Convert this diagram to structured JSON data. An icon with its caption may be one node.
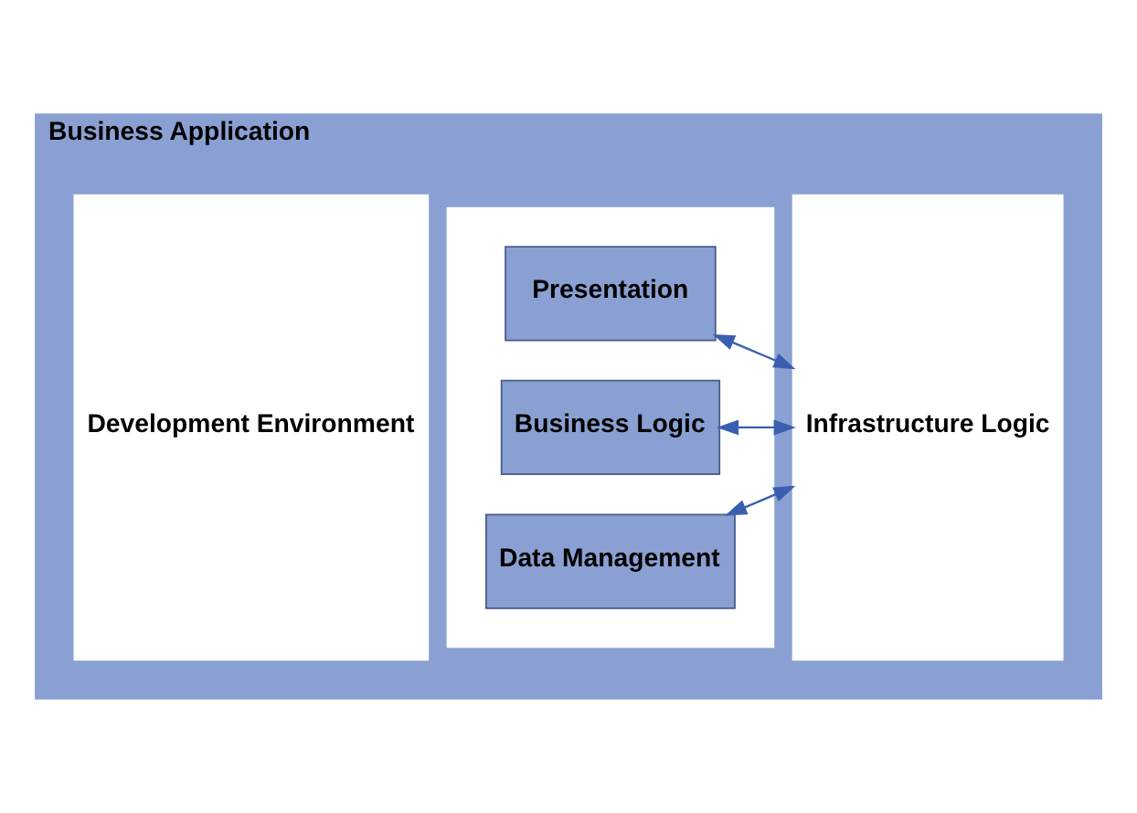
{
  "diagram": {
    "nodes": [
      {
        "text": [
          "Business Application"
        ]
      },
      {
        "text": [
          "Development Environment"
        ],
        "in": 0
      },
      {
        "text": [],
        "shape": "box",
        "in": 0
      },
      {
        "text": [
          "Presentation"
        ],
        "in": 2
      },
      {
        "text": [
          "Business Logic"
        ],
        "in": 2
      },
      {
        "text": [
          "Data Management"
        ],
        "in": 2
      },
      {
        "text": [
          "Infrastructure Logic"
        ],
        "in": 0
      }
    ],
    "edges": [
      {
        "from": 3,
        "to": 6,
        "arrow": "both"
      },
      {
        "from": 4,
        "to": 6,
        "arrow": "both"
      },
      {
        "from": 5,
        "to": 6,
        "arrow": "both"
      }
    ]
  }
}
